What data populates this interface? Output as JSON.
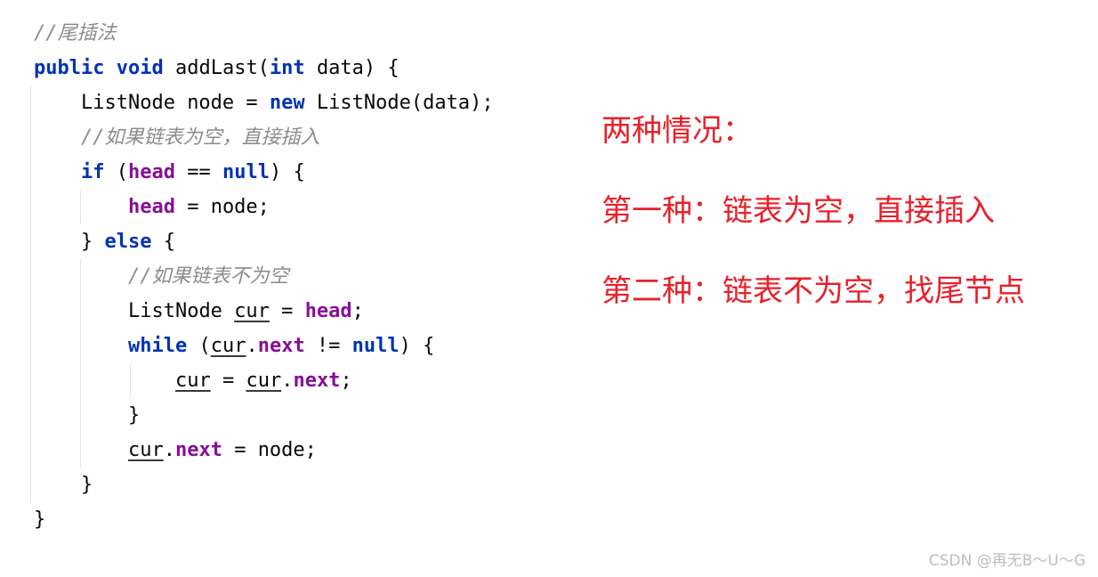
{
  "code": {
    "l1": "//尾插法",
    "l2": {
      "kw1": "public",
      "kw2": "void",
      "name": "addLast(",
      "kw3": "int",
      "param": "data) {"
    },
    "l3": {
      "t1": "ListNode node = ",
      "kw": "new",
      "t2": "ListNode(data);"
    },
    "l4": "//如果链表为空，直接插入",
    "l5": {
      "kw": "if",
      "t1": "(",
      "fld": "head",
      "t2": "==",
      "kw2": "null",
      "t3": ") {"
    },
    "l6": {
      "fld": "head",
      "t": "= node;"
    },
    "l7": {
      "t1": "}",
      "kw": "else",
      "t2": "{"
    },
    "l8": "//如果链表不为空",
    "l9": {
      "t1": "ListNode ",
      "var": "cur",
      "t2": " = ",
      "fld": "head",
      "t3": ";"
    },
    "l10": {
      "kw": "while",
      "t1": "(",
      "var": "cur",
      "t2": ".",
      "fld": "next",
      "t3": " != ",
      "kw2": "null",
      "t4": ") {"
    },
    "l11": {
      "var1": "cur",
      "t1": " = ",
      "var2": "cur",
      "t2": ".",
      "fld": "next",
      "t3": ";"
    },
    "l12": "}",
    "l13": {
      "var": "cur",
      "t1": ".",
      "fld": "next",
      "t2": " = node;"
    },
    "l14": "}",
    "l15": "}"
  },
  "notes": {
    "n1": "两种情况：",
    "n2": "第一种：链表为空，直接插入",
    "n3": "第二种：链表不为空，找尾节点"
  },
  "watermark": "CSDN @再无B～U～G",
  "colors": {
    "keyword": "#0033b3",
    "field": "#871094",
    "comment": "#8c8c8c",
    "note": "#e8202a"
  }
}
